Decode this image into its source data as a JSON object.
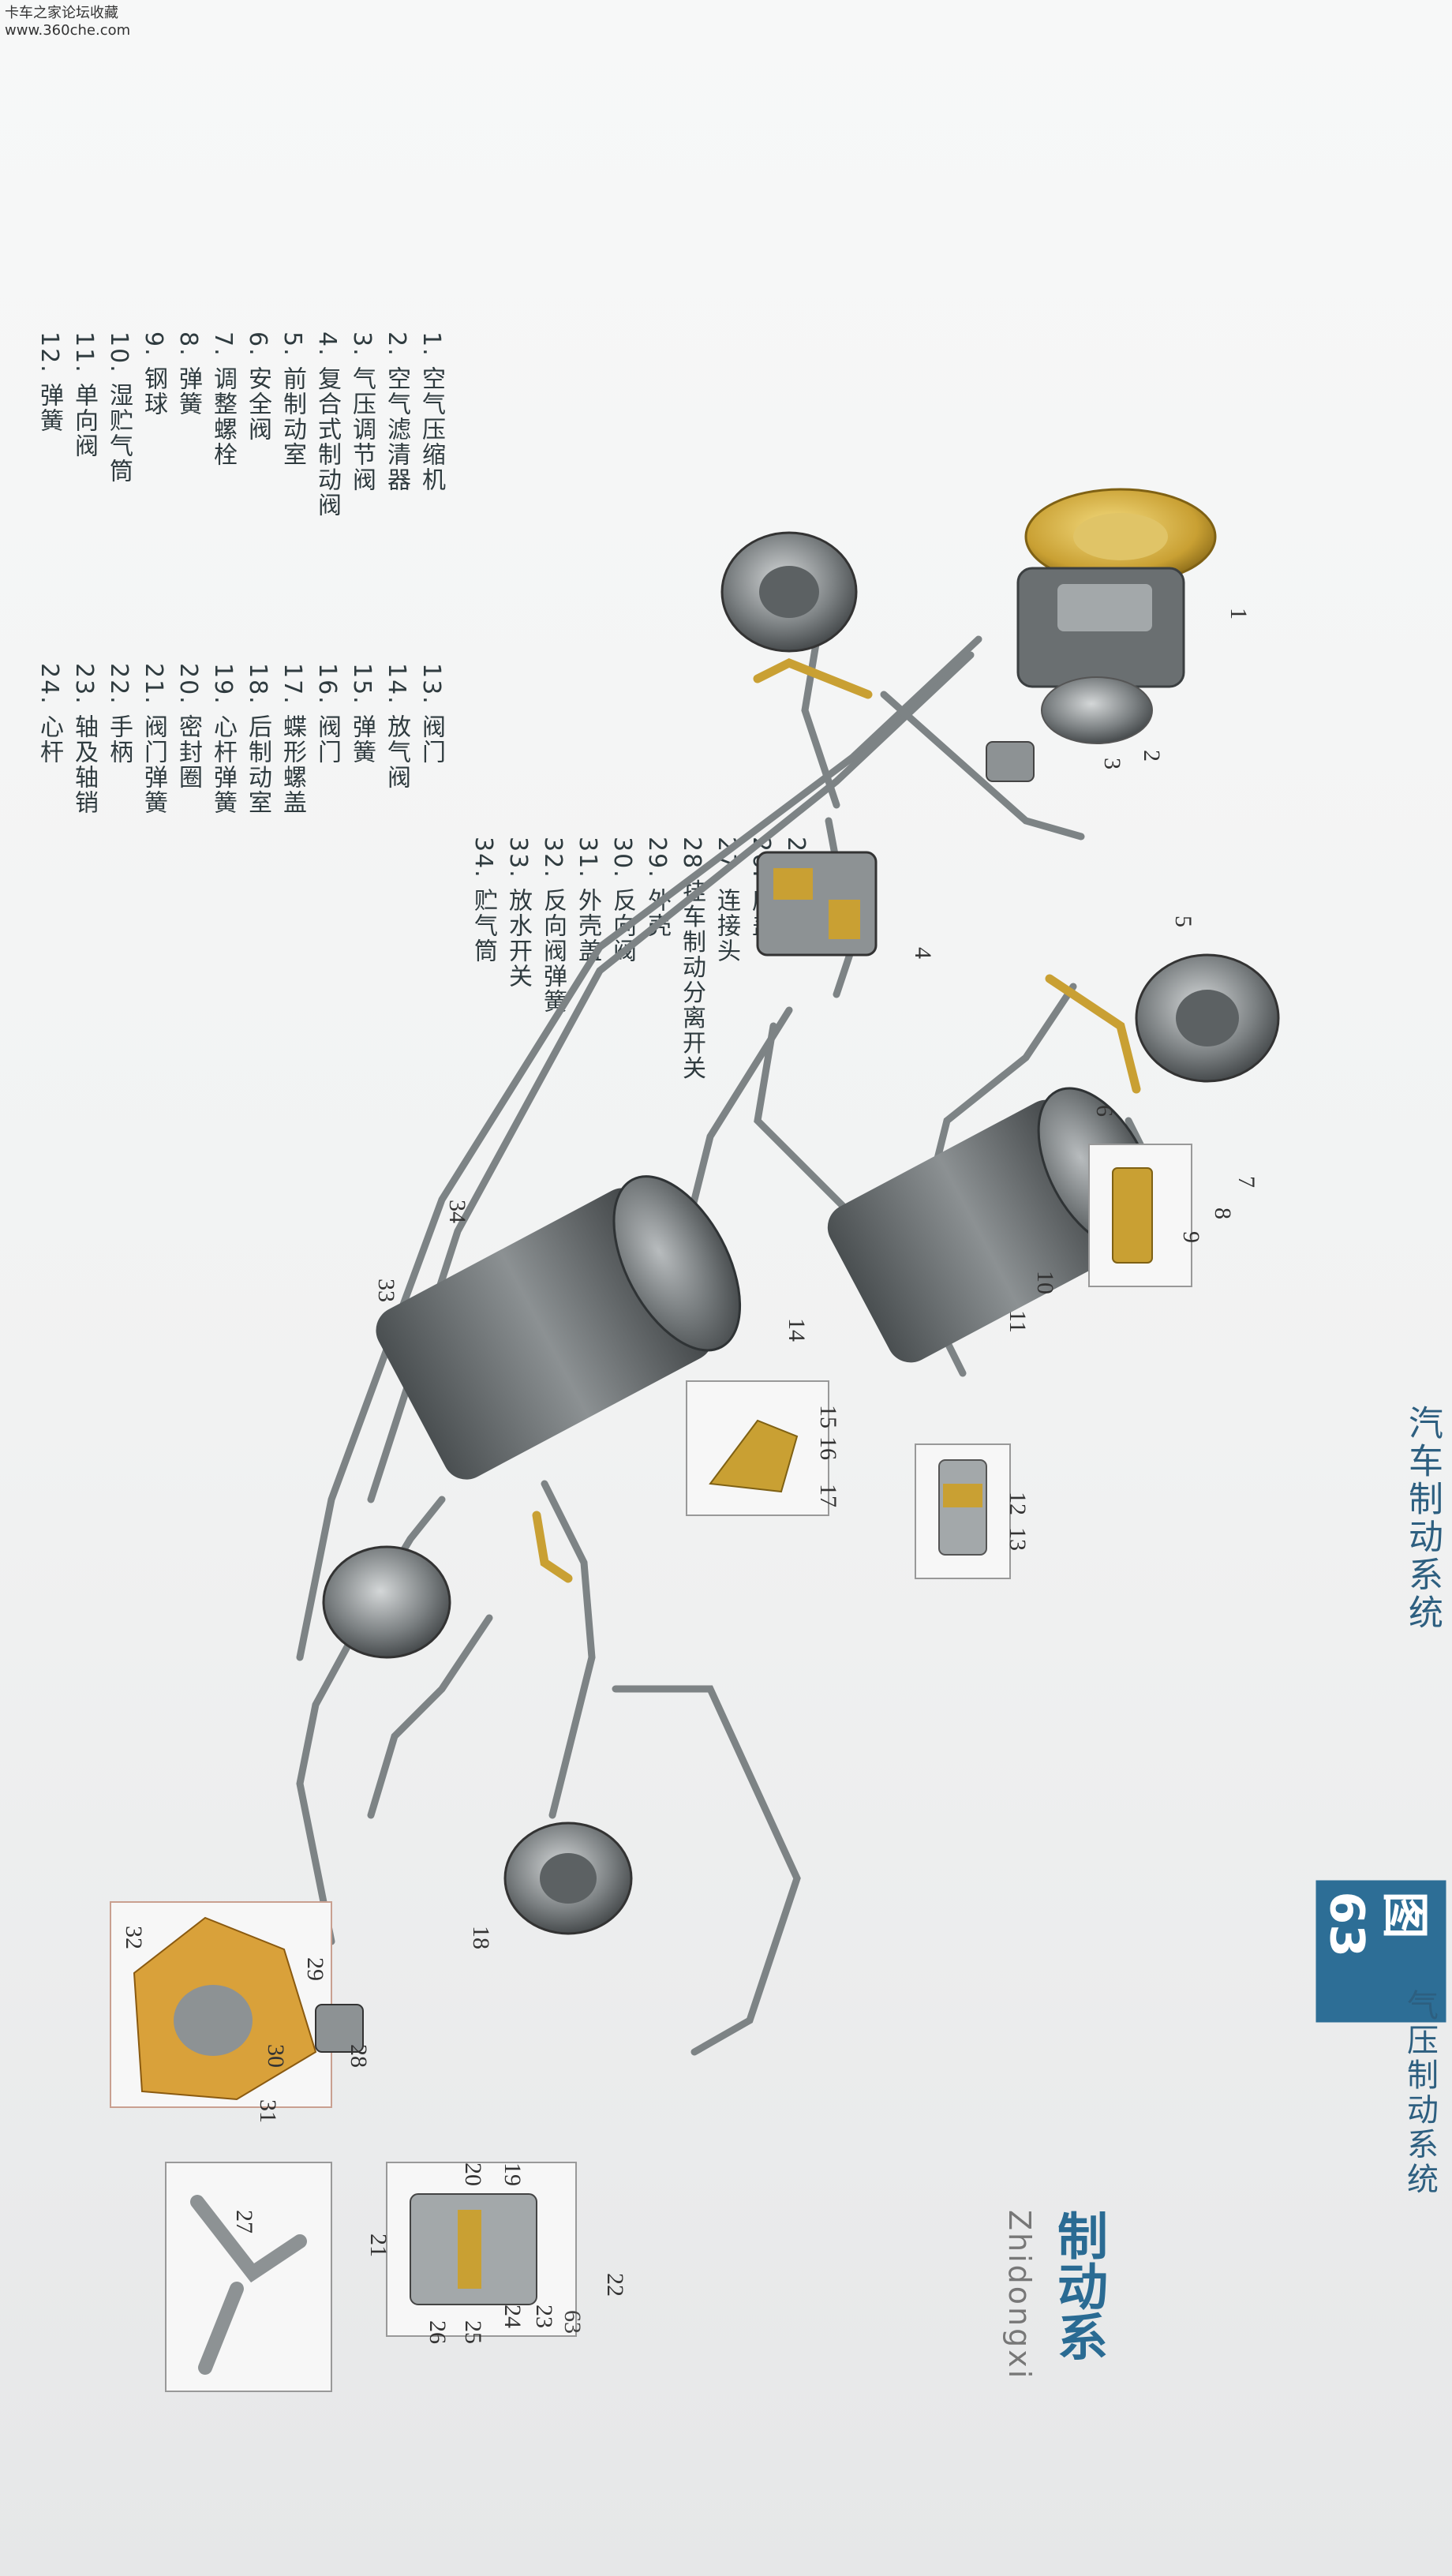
{
  "watermark": [
    "卡车之家论坛收藏",
    "www.360che.com"
  ],
  "legend": {
    "col1": [
      "1. 空气压缩机",
      "2. 空气滤清器",
      "3. 气压调节阀",
      "4. 复合式制动阀",
      "5. 前制动室",
      "6. 安全阀",
      "7. 调整螺栓",
      "8. 弹簧",
      "9. 钢球",
      "10. 湿贮气筒",
      "11. 单向阀",
      "12. 弹簧"
    ],
    "col2": [
      "13. 阀门",
      "14. 放气阀",
      "15. 弹簧",
      "16. 阀门",
      "17. 蝶形螺盖",
      "18. 后制动室",
      "19. 心杆弹簧",
      "20. 密封圈",
      "21. 阀门弹簧",
      "22. 手柄",
      "23. 轴及轴销",
      "24. 心杆"
    ],
    "col3": [
      "25. 阀门",
      "26. 底盖",
      "27. 连接头",
      "28 挂车制动分离开关",
      "29. 外壳",
      "30. 反向阀",
      "31. 外壳盖",
      "32. 反向阀弹簧",
      "33. 放水开关",
      "34. 贮气筒"
    ]
  },
  "callouts": [
    "1",
    "2",
    "3",
    "4",
    "5",
    "6",
    "7",
    "8",
    "9",
    "10",
    "11",
    "12",
    "13",
    "14",
    "15",
    "16",
    "17",
    "18",
    "19",
    "20",
    "21",
    "22",
    "23",
    "24",
    "25",
    "26",
    "27",
    "28",
    "29",
    "30",
    "31",
    "32",
    "33",
    "34"
  ],
  "side": {
    "chapter_title": "汽车制动系统",
    "figure_number": "图 63",
    "figure_title": "气压制动系统",
    "section_cn": "制动系",
    "section_pinyin": "Zhidongxi",
    "page_number": "63"
  },
  "colors": {
    "accent": "#2d6e96",
    "metal": "#8d9294",
    "pipe": "#7d8385",
    "brass": "#c9a033"
  }
}
